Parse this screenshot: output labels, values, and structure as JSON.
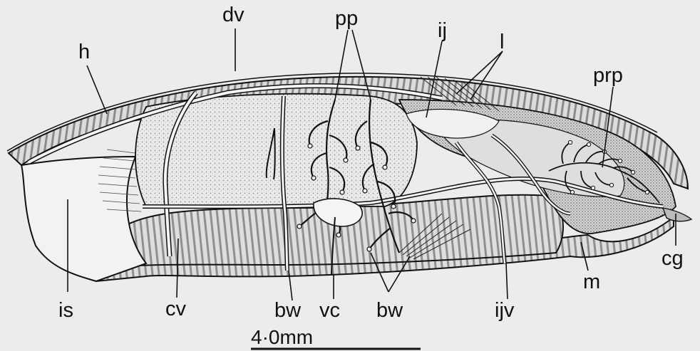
{
  "labels": {
    "dv": "dv",
    "pp": "pp",
    "ij": "ij",
    "l": "l",
    "h": "h",
    "prp": "prp",
    "is": "is",
    "cv": "cv",
    "bw_left": "bw",
    "vc": "vc",
    "bw_right": "bw",
    "ijv": "ijv",
    "m": "m",
    "cg": "cg"
  },
  "scale_bar": {
    "label": "4·0mm"
  },
  "colors": {
    "ink": "#111111",
    "background": "#ececec",
    "shade": "#c9c9c9"
  }
}
